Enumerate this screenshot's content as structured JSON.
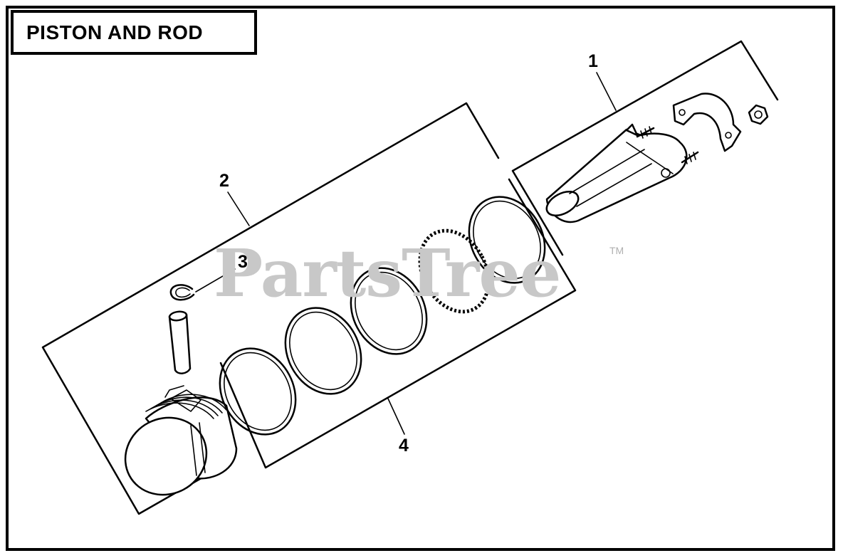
{
  "title": "PISTON AND ROD",
  "callouts": {
    "c1": "1",
    "c2": "2",
    "c3": "3",
    "c4": "4"
  },
  "watermark": {
    "brand": "PartsTree",
    "tm": "TM"
  }
}
